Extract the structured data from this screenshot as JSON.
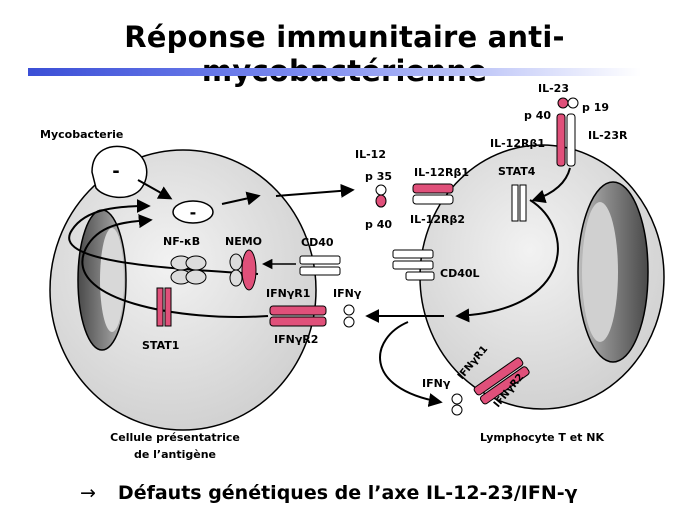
{
  "title": "Réponse immunitaire anti-mycobactérienne",
  "colors": {
    "pink": "#e0507a",
    "cell_fill": "#e4e4e4",
    "nucleus_dark": "#6e6e6e",
    "title_bar": "#3b4fd6"
  },
  "labels": {
    "mycobacterie": "Mycobacterie",
    "minus": "-",
    "nfkb": "NF-κB",
    "nemo": "NEMO",
    "stat1": "STAT1",
    "cd40": "CD40",
    "ifngr1_left": "IFNγR1",
    "ifng_left": "IFNγ",
    "ifngr2_left": "IFNγR2",
    "il12": "IL-12",
    "p35": "p 35",
    "p40_il12": "p 40",
    "il12rb1": "IL-12Rβ1",
    "il12rb2": "IL-12Rβ2",
    "cd40l": "CD40L",
    "stat4": "STAT4",
    "il23": "IL-23",
    "p40_il23": "p 40",
    "p19": "p 19",
    "il12rb1_top": "IL-12Rβ1",
    "il23r": "IL-23R",
    "ifng_bottom": "IFNγ",
    "ifngr1_bottom": "IFNγR1",
    "ifngr2_bottom": "IFNγR2",
    "apc_line1": "Cellule présentatrice",
    "apc_line2": "de l’antigène",
    "lymph": "Lymphocyte T et NK"
  },
  "footer": {
    "arrow": "→",
    "text": "Défauts génétiques de l’axe IL-12-23/IFN-γ"
  }
}
